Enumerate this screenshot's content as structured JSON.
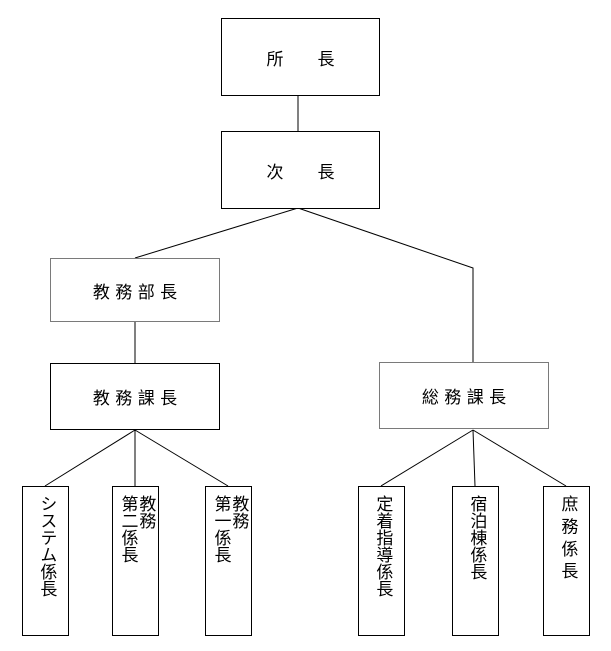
{
  "org_chart": {
    "nodes": {
      "director": {
        "label": "所　　長"
      },
      "deputy": {
        "label": "次　　長"
      },
      "academic_head": {
        "label": "教 務 部 長"
      },
      "academic_chief": {
        "label": "教 務 課 長"
      },
      "general_chief": {
        "label": "総 務 課 長"
      },
      "systems": {
        "label": "システム係長"
      },
      "academic2": {
        "label": "教務\n第二係長"
      },
      "academic1": {
        "label": "教務\n第一係長"
      },
      "settlement": {
        "label": "定着指導係長"
      },
      "lodging": {
        "label": "宿泊棟係長"
      },
      "clerical": {
        "label": "庶 務 係 長"
      }
    },
    "edges": [
      [
        "director",
        "deputy"
      ],
      [
        "deputy",
        "academic_head"
      ],
      [
        "deputy",
        "general_chief"
      ],
      [
        "academic_head",
        "academic_chief"
      ],
      [
        "academic_chief",
        "systems"
      ],
      [
        "academic_chief",
        "academic2"
      ],
      [
        "academic_chief",
        "academic1"
      ],
      [
        "general_chief",
        "settlement"
      ],
      [
        "general_chief",
        "lodging"
      ],
      [
        "general_chief",
        "clerical"
      ]
    ]
  }
}
